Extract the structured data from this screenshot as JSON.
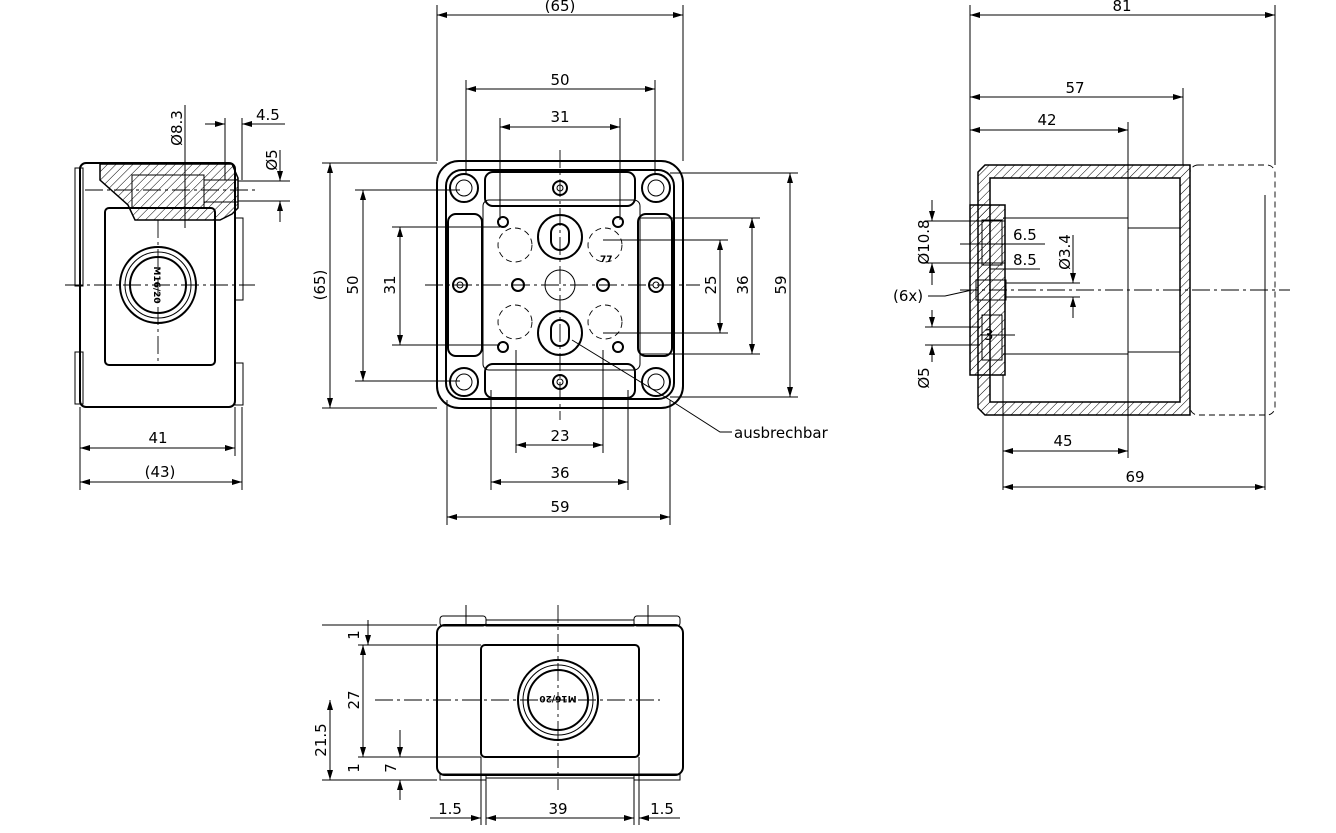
{
  "front_view": {
    "top_dims": [
      "(65)",
      "50",
      "31"
    ],
    "left_dims": [
      "(65)",
      "50",
      "31"
    ],
    "right_dims": [
      "25",
      "36",
      "59"
    ],
    "bottom_dims": [
      "23",
      "36",
      "59"
    ],
    "callout": "ausbrechbar",
    "marker": "77"
  },
  "side_view": {
    "dims": [
      "Ø8.3",
      "4.5",
      "Ø5",
      "41",
      "(43)"
    ],
    "gland_label": "M16/20"
  },
  "section_view": {
    "top_dims": [
      "81",
      "57",
      "42"
    ],
    "detail_dims": [
      "Ø10.8",
      "6.5",
      "8.5",
      "Ø3.4",
      "(6x)",
      "3",
      "Ø5"
    ],
    "bottom_dims": [
      "45",
      "69"
    ]
  },
  "bottom_view": {
    "left_dims": [
      "1",
      "27",
      "21.5",
      "1",
      "7"
    ],
    "bottom_dims": [
      "1.5",
      "39",
      "1.5"
    ],
    "gland_label": "M16/20"
  }
}
